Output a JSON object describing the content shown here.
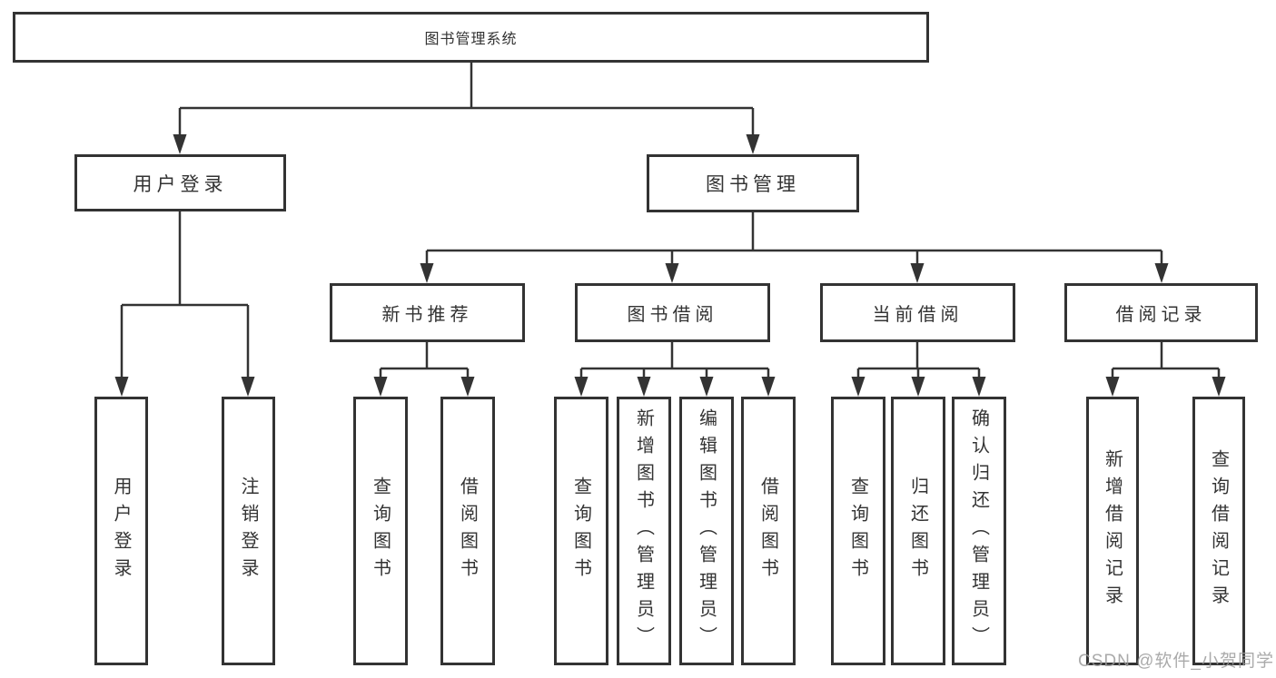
{
  "colors": {
    "background": "#ffffff",
    "line": "#333333",
    "text": "#333333",
    "watermark": "#9b9b9b"
  },
  "tree": {
    "root": {
      "label": "图书管理系统"
    },
    "branches": {
      "user_login": {
        "label": "用户登录",
        "children": {
          "login": {
            "label": "用户登录"
          },
          "logout": {
            "label": "注销登录"
          }
        }
      },
      "book_management": {
        "label": "图书管理",
        "children": {
          "new_book_recommendation": {
            "label": "新书推荐",
            "children": {
              "query_books": {
                "label": "查询图书"
              },
              "borrow_books": {
                "label": "借阅图书"
              }
            }
          },
          "book_borrowing": {
            "label": "图书借阅",
            "children": {
              "query_books": {
                "label": "查询图书"
              },
              "add_books_admin": {
                "label": "新增图书（管理员）"
              },
              "edit_books_admin": {
                "label": "编辑图书（管理员）"
              },
              "borrow_books": {
                "label": "借阅图书"
              }
            }
          },
          "current_borrowing": {
            "label": "当前借阅",
            "children": {
              "query_books": {
                "label": "查询图书"
              },
              "return_books": {
                "label": "归还图书"
              },
              "confirm_return_admin": {
                "label": "确认归还（管理员）"
              }
            }
          },
          "borrowing_records": {
            "label": "借阅记录",
            "children": {
              "add_borrow_record": {
                "label": "新增借阅记录"
              },
              "query_borrow_record": {
                "label": "查询借阅记录"
              }
            }
          }
        }
      }
    }
  },
  "watermark": {
    "text": "CSDN @软件_小贺同学"
  }
}
